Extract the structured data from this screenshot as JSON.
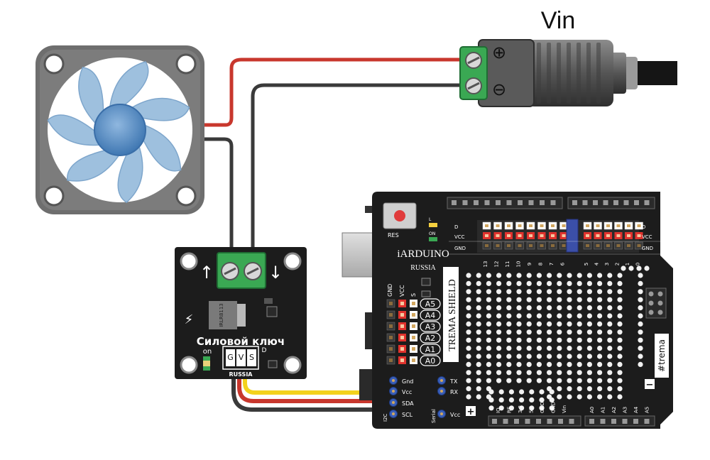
{
  "labels": {
    "vin": "Vin",
    "plus_symbol": "⊕",
    "minus_symbol": "⊖",
    "module_title": "Силовой ключ",
    "module_brand": "RUSSIA",
    "module_on": "on",
    "module_pins": [
      "G",
      "V",
      "S"
    ],
    "module_d": "D",
    "transistor": "IRLR8113",
    "arrow_up": "↑",
    "arrow_down": "↓",
    "shield_brand": "iARDUINO",
    "shield_country": "RUSSIA",
    "shield_name": "TREMA SHIELD",
    "shield_tag": "#trema",
    "res": "RES",
    "led_l": "L",
    "led_on": "ON",
    "row_d": "D",
    "row_vcc": "VCC",
    "row_gnd": "GND",
    "col_gnd": "GND",
    "col_vcc": "VCC",
    "col_s": "S",
    "analog_pins": [
      "A5",
      "A4",
      "A3",
      "A2",
      "A1",
      "A0"
    ],
    "digital_nums": [
      "13",
      "12",
      "11",
      "10",
      "9",
      "8",
      "7",
      "6",
      "5",
      "4",
      "3",
      "2",
      "1",
      "0"
    ],
    "i2c_gnd": "Gnd",
    "i2c_vcc": "Vcc",
    "i2c_sda": "SDA",
    "i2c_scl": "SCL",
    "i2c_label": "I2C",
    "serial_tx": "TX",
    "serial_rx": "RX",
    "serial_vcc": "Vcc",
    "serial_label": "Serial",
    "power_pins": [
      "IO",
      "RE",
      "3.3",
      "5V",
      "GND",
      "GND",
      "Vin"
    ],
    "analog_bottom": [
      "A0",
      "A1",
      "A2",
      "A3",
      "A4",
      "A5"
    ],
    "plus_sign": "+",
    "minus_sign": "−"
  },
  "colors": {
    "wire_red": "#c8372d",
    "wire_black": "#3a3a3a",
    "wire_yellow": "#f3d21d",
    "board": "#1c1c1c",
    "terminal_green": "#3aa853",
    "fan_blade": "#9ec0de",
    "fan_hub": "#4d86bf"
  }
}
